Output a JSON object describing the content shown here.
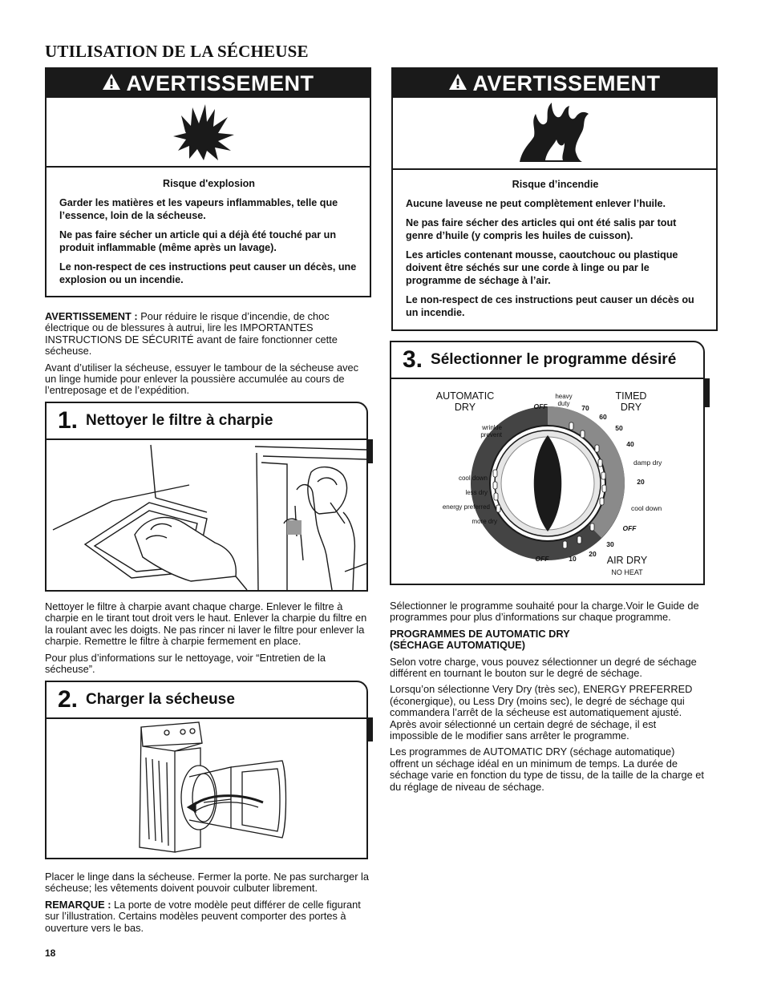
{
  "page_title": "UTILISATION DE LA SÉCHEUSE",
  "warning_left": {
    "header": "AVERTISSEMENT",
    "icon": "explosion-icon",
    "title": "Risque d'explosion",
    "p1": "Garder les matières et les vapeurs inflammables, telle que l’essence, loin de la sécheuse.",
    "p2": "Ne pas faire sécher un article qui a déjà été touché par un produit inflammable (même après un lavage).",
    "p3": "Le non-respect de ces instructions peut causer un décès, une explosion ou un incendie."
  },
  "warning_right": {
    "header": "AVERTISSEMENT",
    "icon": "fire-icon",
    "title": "Risque d’incendie",
    "p1": "Aucune laveuse ne peut complètement enlever l’huile.",
    "p2": "Ne pas faire sécher des articles qui ont été salis par tout genre d’huile (y compris les huiles de cuisson).",
    "p3": "Les articles contenant mousse, caoutchouc ou plastique doivent être séchés sur une corde à linge ou par le programme de séchage à l’air.",
    "p4": "Le non-respect de ces instructions peut causer un décès ou un incendie."
  },
  "intro": {
    "lead": "AVERTISSEMENT :",
    "p1": " Pour réduire le risque d’incendie, de choc électrique ou de blessures à autrui, lire les IMPORTANTES INSTRUCTIONS DE SÉCURITÉ avant de faire fonctionner cette sécheuse.",
    "p2": "Avant d’utiliser la sécheuse, essuyer le tambour de la sécheuse avec un linge humide pour enlever la poussière accumulée au cours de l’entreposage et de l’expédition."
  },
  "step1": {
    "num": "1.",
    "title": "Nettoyer le filtre à charpie",
    "p1": "Nettoyer le filtre à charpie avant chaque charge. Enlever le filtre à charpie en le tirant tout droit vers le haut. Enlever la charpie du filtre en la roulant avec les doigts. Ne pas rincer ni laver le filtre pour enlever la charpie. Remettre le filtre à charpie fermement en place.",
    "p2": "Pour plus d’informations sur le nettoyage, voir “Entretien de la sécheuse”."
  },
  "step2": {
    "num": "2.",
    "title": "Charger la sécheuse",
    "p1": "Placer le linge dans la sécheuse. Fermer la porte. Ne pas surcharger la sécheuse; les vêtements doivent pouvoir culbuter librement.",
    "note_lead": "REMARQUE :",
    "note": " La porte de votre modèle peut différer de celle figurant sur l’illustration. Certains modèles peuvent comporter des portes à ouverture vers le bas."
  },
  "step3": {
    "num": "3.",
    "title": "Sélectionner le programme désiré",
    "dial": {
      "automatic": "AUTOMATIC",
      "dry": "DRY",
      "timed": "TIMED",
      "timed_dry": "DRY",
      "wrinkle": "wrinkle",
      "prevent": "prevent",
      "heavy": "heavy",
      "duty": "duty",
      "off_top": "OFF",
      "t70": "70",
      "t60": "60",
      "t50": "50",
      "t40": "40",
      "damp_dry": "damp dry",
      "t20": "20",
      "cool_down_r": "cool down",
      "off_r": "OFF",
      "t30": "30",
      "t20b": "20",
      "t10": "10",
      "off_b": "OFF",
      "air_dry": "AIR DRY",
      "no_heat": "NO HEAT",
      "cool_down_l": "cool down",
      "less_dry": "less dry",
      "energy_preferred": "energy preferred",
      "more_dry": "more dry"
    },
    "p1": "Sélectionner le programme souhaité pour la charge.Voir le Guide de programmes pour plus d’informations sur chaque programme.",
    "h1": "PROGRAMMES DE AUTOMATIC DRY",
    "h2": "(SÉCHAGE AUTOMATIQUE)",
    "p2": "Selon votre charge, vous pouvez sélectionner un degré de séchage différent en tournant le bouton sur le degré de séchage.",
    "p3": "Lorsqu’on sélectionne Very Dry (très sec), ENERGY PREFERRED (éconergique), ou Less Dry (moins sec), le degré de séchage qui commandera l’arrêt de la sécheuse est automatiquement ajusté. Après avoir sélectionné un certain degré de séchage, il est impossible de le modifier sans arrêter le programme.",
    "p4": "Les programmes de AUTOMATIC DRY (séchage automatique) offrent un séchage idéal en un minimum de temps. La durée de séchage varie en fonction du type de tissu, de la taille de la charge et du réglage de niveau de séchage."
  },
  "page_number": "18"
}
